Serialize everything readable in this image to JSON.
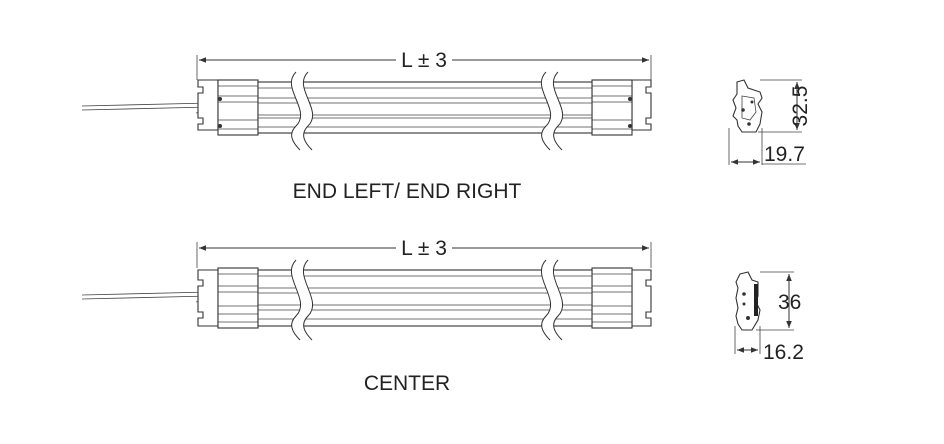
{
  "drawings": [
    {
      "caption": "END LEFT/ END RIGHT",
      "length_label": "L ± 3",
      "profile_height": "32.5",
      "profile_width": "19.7"
    },
    {
      "caption": "CENTER",
      "length_label": "L ± 3",
      "profile_height": "36",
      "profile_width": "16.2"
    }
  ],
  "colors": {
    "line": "#333333",
    "background": "#ffffff"
  }
}
